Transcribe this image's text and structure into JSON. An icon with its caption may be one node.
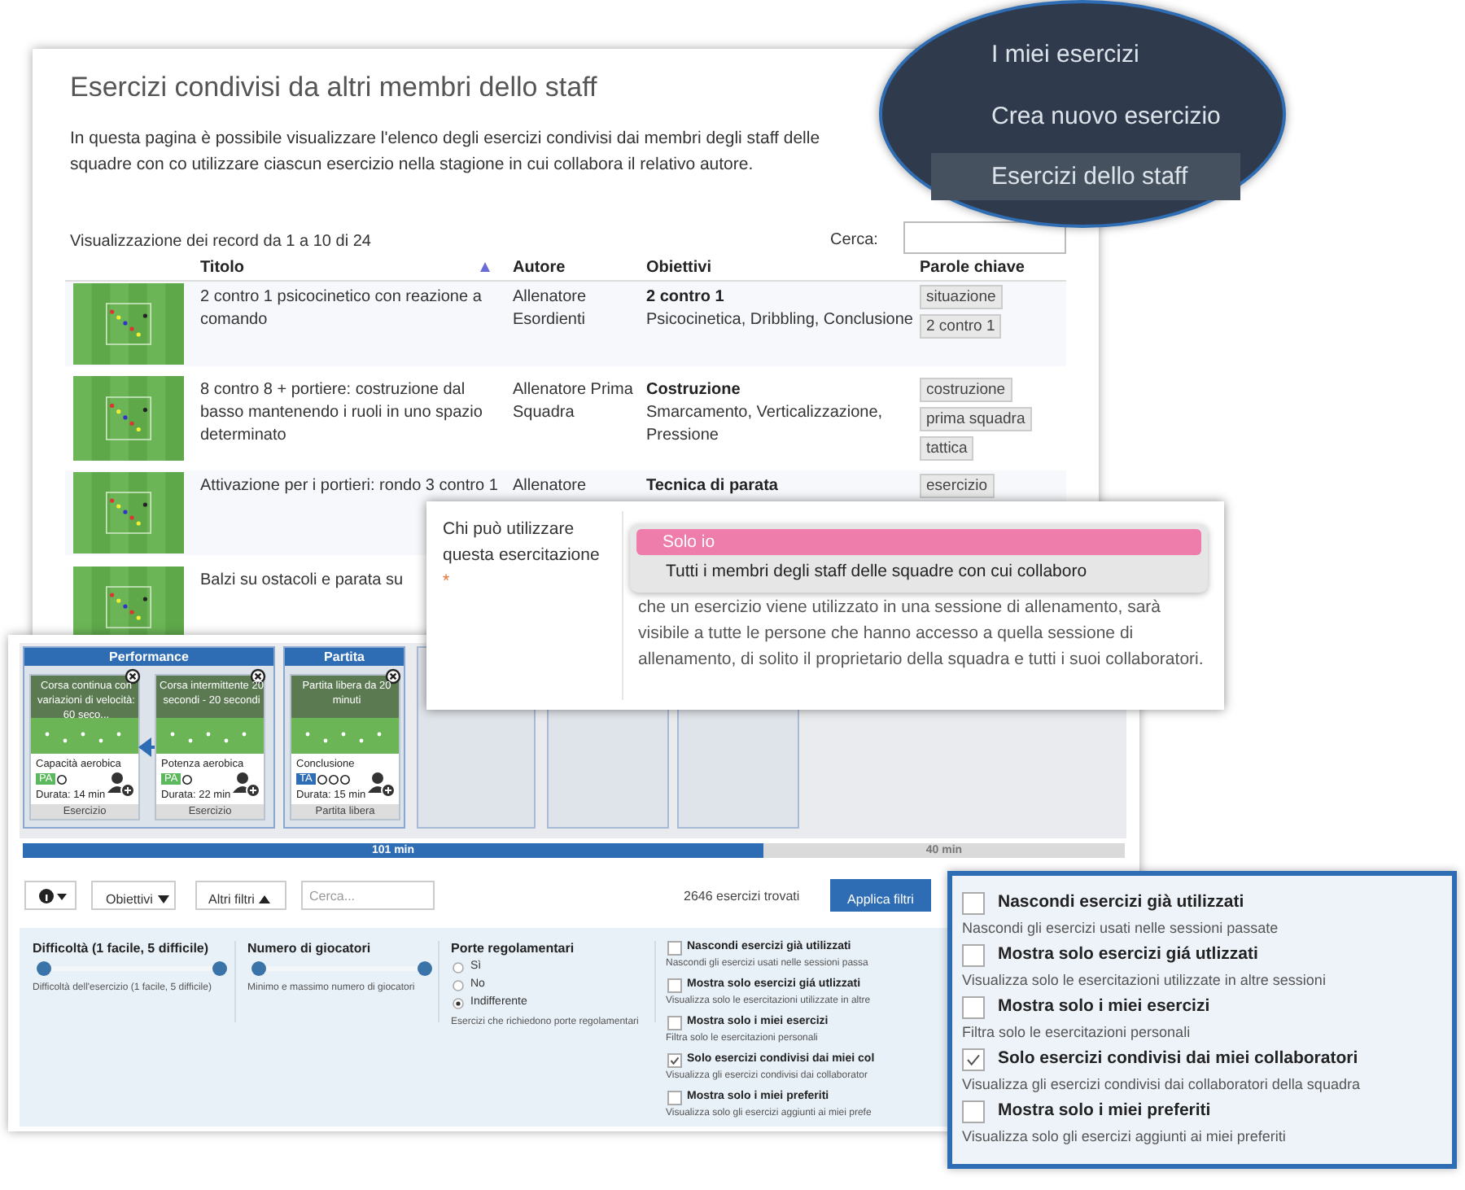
{
  "diagram": {
    "nodes": [
      {
        "text": [
          "Esercizi condivisi da altri membri dello staff",
          "In questa pagina è possibile visualizzare l'elenco degli esercizi condivisi dai membri degli staff delle squadre con co utilizzare ciascun esercizio nella stagione in cui collabora il relativo autore.",
          "Visualizzazione dei record da 1 a 10 di 24",
          "Cerca:",
          "Titolo",
          "Autore",
          "Obiettivi",
          "Parole chiave",
          "2 contro 1 psicocinetico con reazione a comando",
          "Allenatore Esordienti",
          "2 contro 1",
          "Psicocinetica, Dribbling, Conclusione",
          "situazione",
          "2 contro 1",
          "8 contro 8 + portiere: costruzione dal basso mantenendo i ruoli in uno spazio determinato",
          "Allenatore Prima Squadra",
          "Costruzione",
          "Smarcamento, Verticalizzazione, Pressione",
          "costruzione",
          "prima squadra",
          "tattica",
          "Attivazione per i portieri: rondo 3 contro 1",
          "Allenatore",
          "Tecnica di parata",
          "esercizio",
          "Balzi su ostacoli e parata su"
        ]
      },
      {
        "text": [
          "I miei esercizi",
          "Crea nuovo esercizio",
          "Esercizi dello staff"
        ]
      },
      {
        "text": [
          "Chi può utilizzare questa esercitazione",
          "*",
          "che un esercizio viene utilizzato in una sessione di allenamento, sarà visibile a tutte le persone che hanno accesso a quella sessione di allenamento, di solito il proprietario della squadra e tutti i suoi collaboratori."
        ]
      },
      {
        "text": [
          "Solo io",
          "Tutti i membri degli staff delle squadre con cui collaboro"
        ],
        "in": 2
      },
      {
        "text": [],
        "shape": "box"
      },
      {
        "text": [
          "Performance"
        ],
        "in": 4
      },
      {
        "text": [
          "Corsa continua con variazioni di velocità: 60 seco...",
          "Capacità aerobica",
          "PA",
          "Durata: 14 min",
          "Esercizio"
        ],
        "in": 5
      },
      {
        "text": [
          "Corsa intermittente 20 secondi - 20 secondi",
          "Potenza aerobica",
          "PA",
          "Durata: 22 min",
          "Esercizio"
        ],
        "in": 5
      },
      {
        "text": [
          "Partita"
        ],
        "in": 4
      },
      {
        "text": [
          "Partita libera da 20 minuti",
          "Conclusione",
          "TA",
          "Durata: 15 min",
          "Partita libera"
        ],
        "in": 8
      },
      {
        "text": [],
        "shape": "box",
        "in": 4
      },
      {
        "text": [],
        "shape": "box",
        "in": 4
      },
      {
        "text": [],
        "shape": "box",
        "in": 4
      },
      {
        "text": [
          "101 min",
          "40 min"
        ],
        "in": 4
      },
      {
        "text": [
          "Difficoltà (1 facile, 5 difficile)",
          "Difficoltà dell'esercizio (1 facile, 5 difficile)",
          "Numero di giocatori",
          "Minimo e massimo numero di giocatori",
          "Porte regolamentari",
          "Sì",
          "No",
          "Indifferente",
          "Esercizi che richiedono porte regolamentari",
          "Nascondi esercizi già utilizzati",
          "Nascondi gli esercizi usati nelle sessioni passa",
          "Mostra solo esercizi giá utlizzati",
          "Visualizza solo le esercitazioni utilizzate in altre",
          "Mostra solo i miei esercizi",
          "Filtra solo le esercitazioni personali",
          "Solo esercizi condivisi dai miei col",
          "Visualizza gli esercizi condivisi dai collaborator",
          "Mostra solo i miei preferiti",
          "Visualizza solo gli esercizi aggiunti ai miei prefe"
        ],
        "in": 4
      },
      {
        "text": [
          "Nascondi esercizi già utilizzati",
          "Nascondi gli esercizi usati nelle sessioni passate",
          "Mostra solo esercizi giá utlizzati",
          "Visualizza solo le esercitazioni utilizzate in altre sessioni",
          "Mostra solo i miei esercizi",
          "Filtra solo le esercitazioni personali",
          "Solo esercizi condivisi dai miei collaboratori",
          "Visualizza gli esercizi condivisi dai collaboratori della squadra",
          "Mostra solo i miei preferiti",
          "Visualizza solo gli esercizi aggiunti ai miei preferiti"
        ]
      }
    ],
    "edges": [
      {
        "from": 7,
        "to": 6,
        "arrow": "to"
      }
    ],
    "labels": [
      "Obiettivi",
      "Altri filtri",
      "Cerca...",
      "2646 esercizi trovati",
      "Applica filtri"
    ]
  }
}
